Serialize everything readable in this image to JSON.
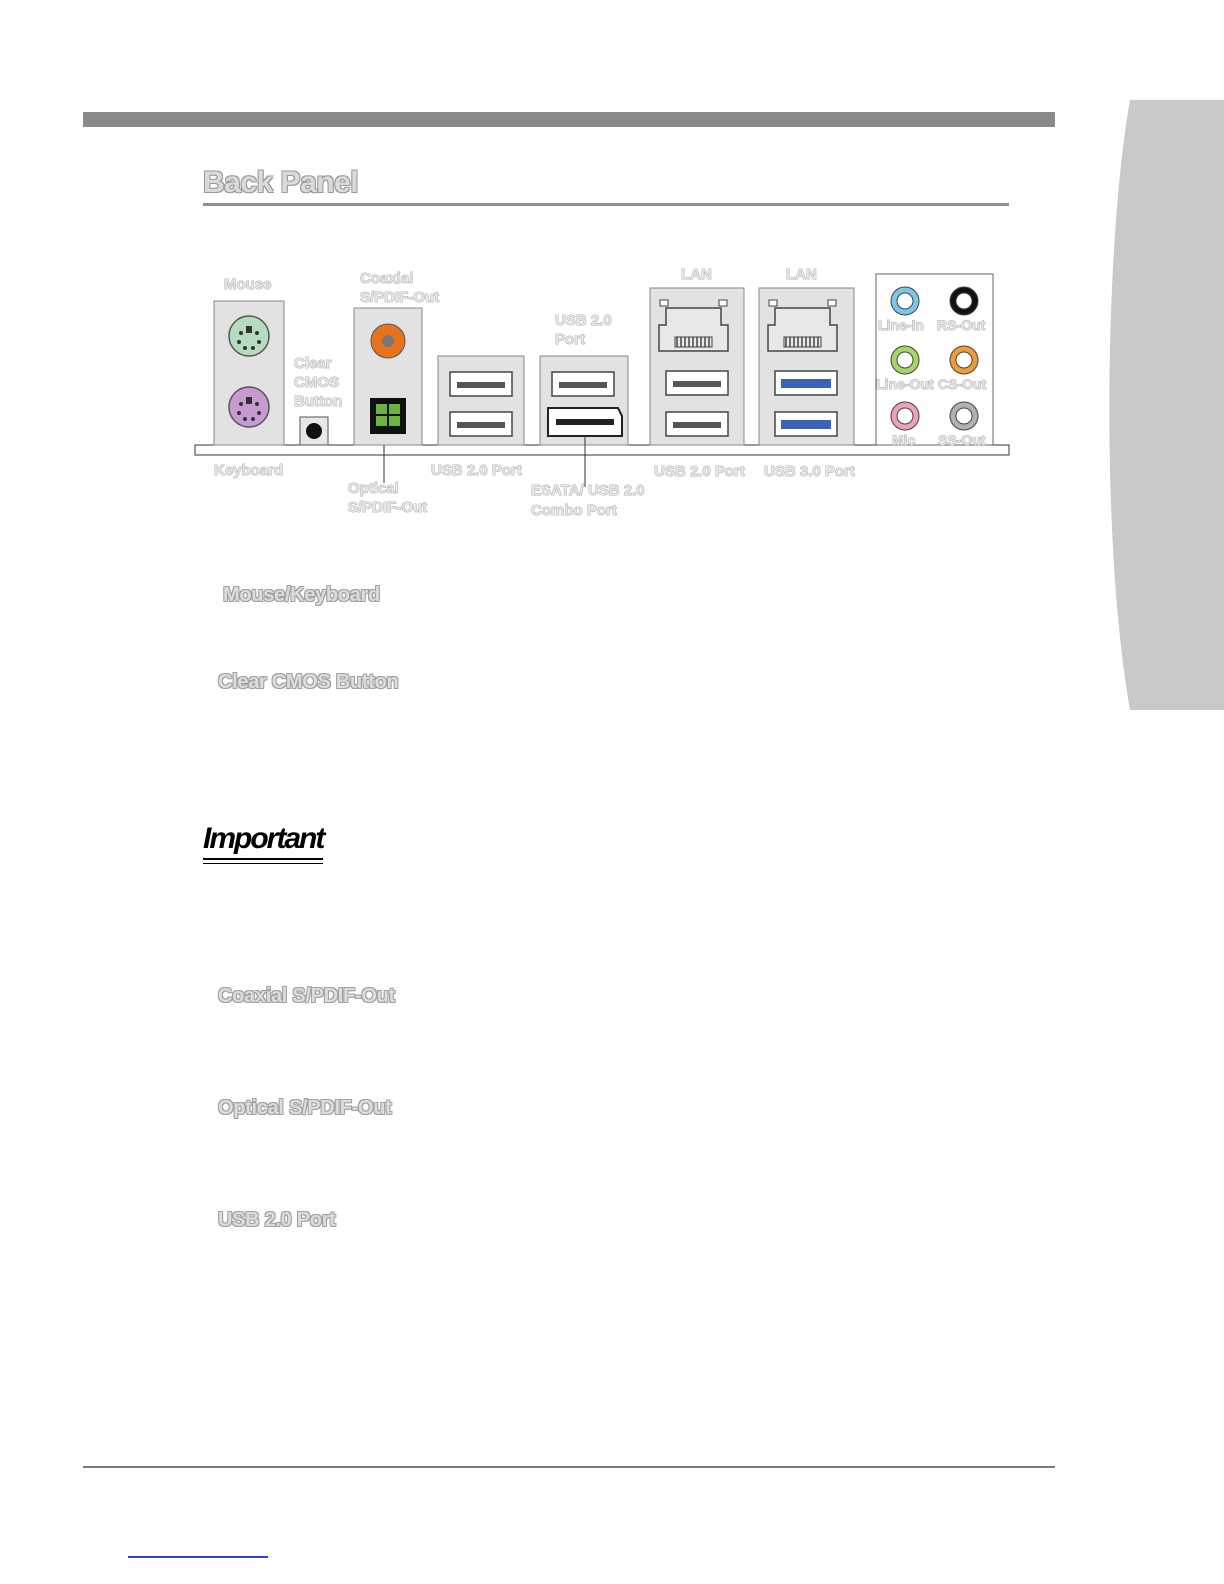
{
  "page": {
    "title": "Back Panel"
  },
  "diagram": {
    "labels": {
      "mouse": "Mouse",
      "keyboard": "Keyboard",
      "clear_cmos_1": "Clear",
      "clear_cmos_2": "CMOS",
      "clear_cmos_3": "Button",
      "coaxial_1": "Coaxial",
      "coaxial_2": "S/PDIF-Out",
      "optical_1": "Optical",
      "optical_2": "S/PDIF-Out",
      "usb20_port_a": "USB 2.0 Port",
      "usb20_top_1": "USB  2.0",
      "usb20_top_2": "Port",
      "esata_1": "ESATA/ USB 2.0",
      "esata_2": "Combo Port",
      "lan_a": "LAN",
      "lan_b": "LAN",
      "usb20_port_b": "USB 2.0 Port",
      "usb30_port": "USB 3.0 Port",
      "line_in": "Line-In",
      "rs_out": "RS-Out",
      "line_out": "Line-Out",
      "cs_out": "CS-Out",
      "mic": "Mic",
      "ss_out": "SS-Out"
    },
    "colors": {
      "mouse_port": "#b5dcc0",
      "keyboard_port": "#c79ad2",
      "coaxial": "#e8731e",
      "optical": "#6db33f",
      "usb30": "#3a63b8",
      "line_in": "#7cc7e8",
      "rs_out": "#111111",
      "line_out": "#a8d46a",
      "cs_out": "#f09a3a",
      "mic": "#f0a0b8",
      "ss_out": "#b0b0b0"
    }
  },
  "sections": {
    "mouse_keyboard": "Mouse/Keyboard",
    "clear_cmos": "Clear CMOS Button",
    "important": "Important",
    "coaxial": "Coaxial S/PDIF-Out",
    "optical": "Optical S/PDIF-Out",
    "usb20": "USB 2.0 Port"
  }
}
